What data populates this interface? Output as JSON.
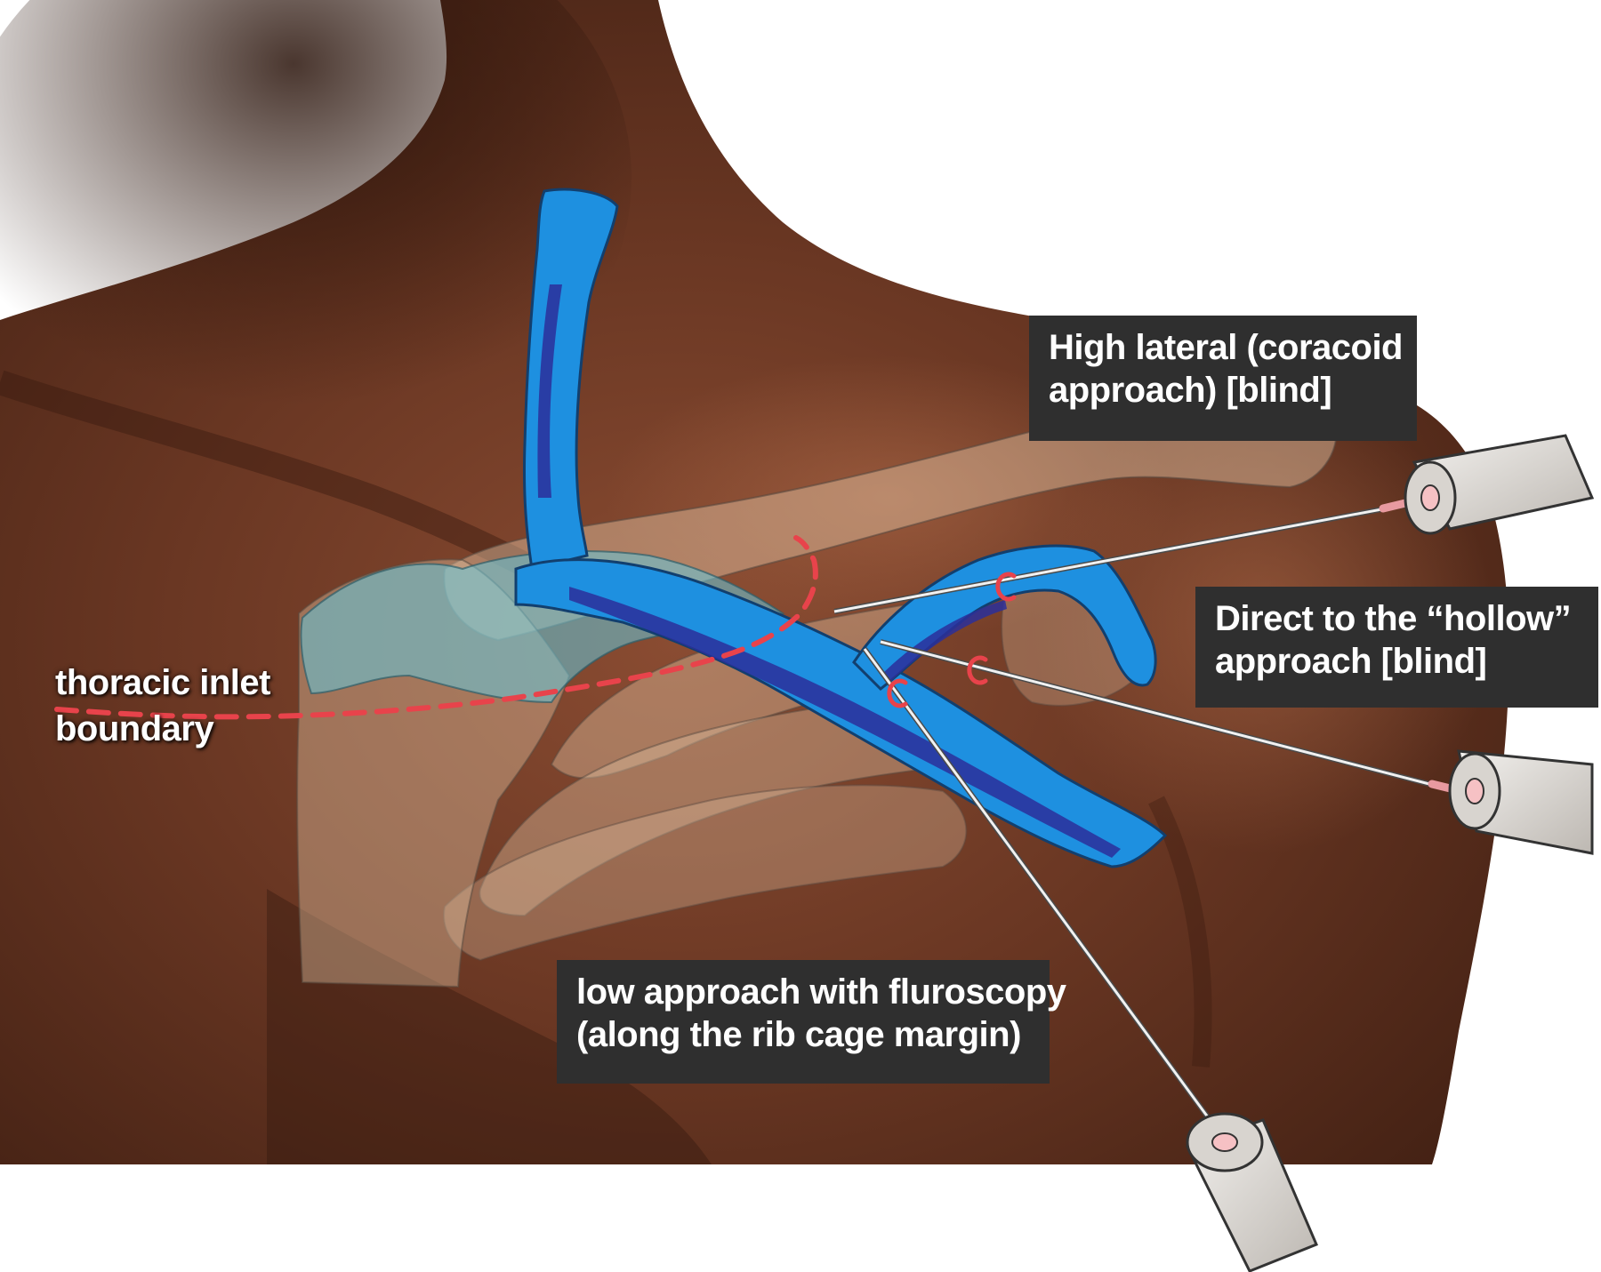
{
  "colors": {
    "skin_dark": "#3b1e12",
    "skin_mid": "#7a4530",
    "skin_light": "#9a5a3c",
    "vein_blue": "#1e90e0",
    "vein_dark": "#2b2f9a",
    "bone_overlay": "#e6c7a8",
    "scapula_overlay": "#66c8dc",
    "inlet_dashed": "#e8434b",
    "label_bg": "#2f2f2f",
    "label_text": "#ffffff",
    "needle_hub": "#d8d4cf"
  },
  "labels": {
    "high_lateral": {
      "line1": "High lateral (coracoid",
      "line2": "approach) [blind]"
    },
    "direct_hollow": {
      "line1": "Direct to the “hollow”",
      "line2": "approach [blind]"
    },
    "low_approach": {
      "line1": "low approach with fluroscopy",
      "line2": "(along the rib cage margin)"
    },
    "thoracic_inlet": {
      "line1": "thoracic inlet",
      "line2": "boundary"
    }
  },
  "icons": {
    "needle": "syringe-needle-icon",
    "entry_marker": "red-c-entry-marker-icon"
  }
}
